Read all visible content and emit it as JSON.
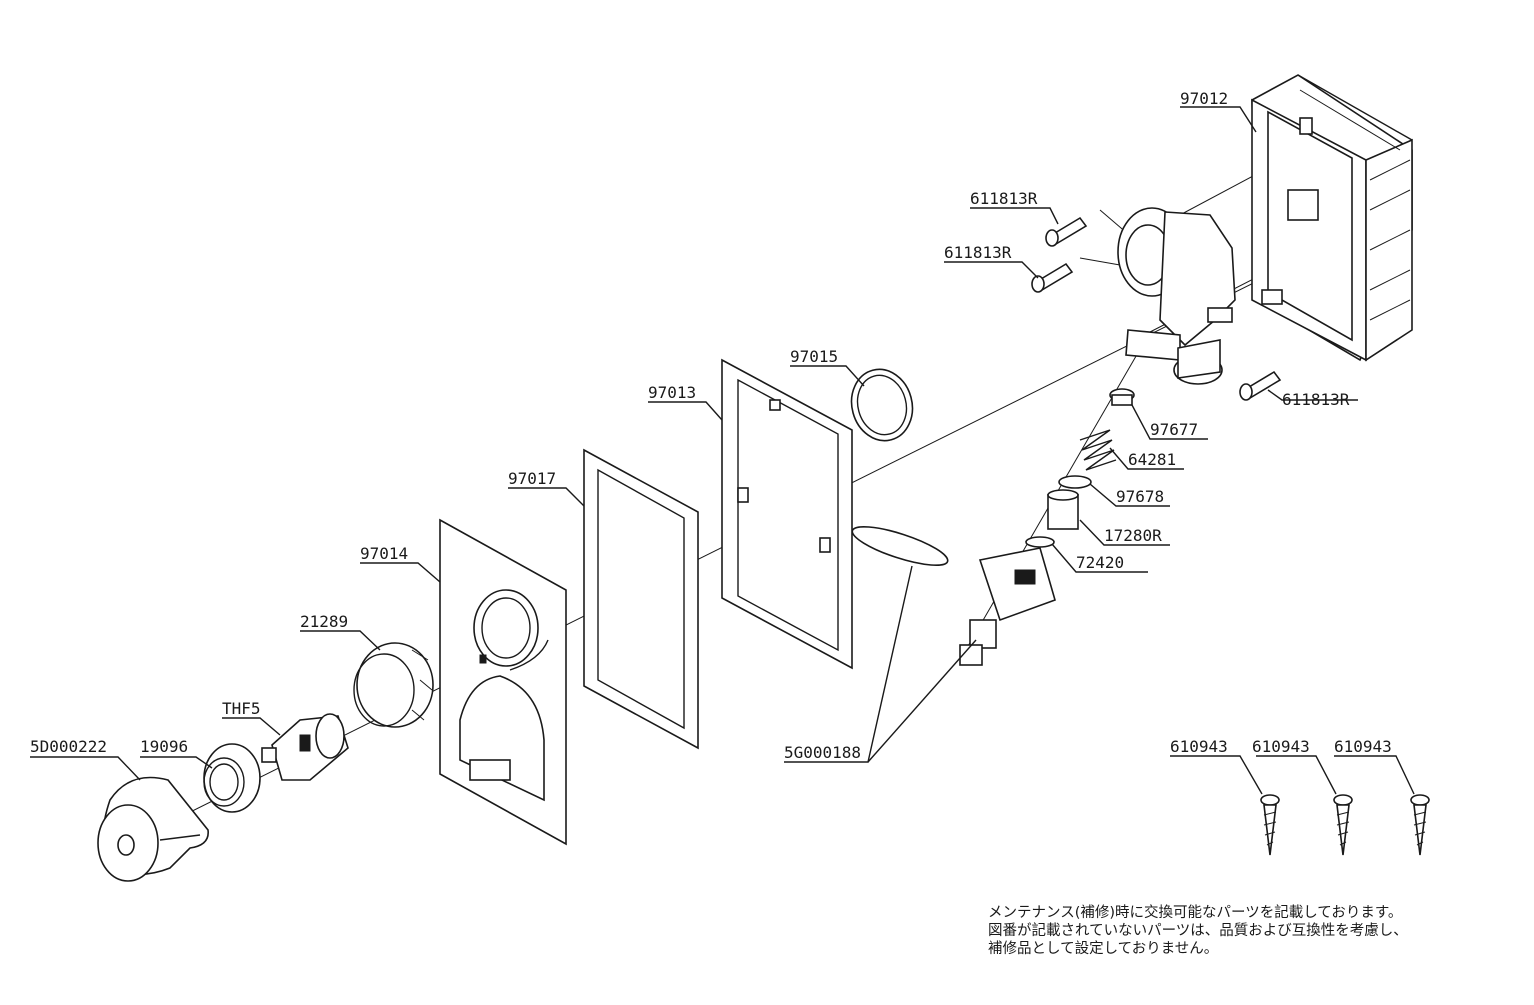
{
  "labels": {
    "p97012": "97012",
    "p611813R_a": "611813R",
    "p611813R_b": "611813R",
    "p611813R_c": "611813R",
    "p97015": "97015",
    "p97013": "97013",
    "p97017": "97017",
    "p97014": "97014",
    "p21289": "21289",
    "pTHF5": "THF5",
    "p5D000222": "5D000222",
    "p19096": "19096",
    "p97677": "97677",
    "p64281": "64281",
    "p97678": "97678",
    "p17280R": "17280R",
    "p72420": "72420",
    "p5G000188": "5G000188",
    "p610943_a": "610943",
    "p610943_b": "610943",
    "p610943_c": "610943"
  },
  "note": {
    "line1": "メンテナンス(補修)時に交換可能なパーツを記載しております。",
    "line2": "図番が記載されていないパーツは、品質および互換性を考慮し、",
    "line3": "補修品として設定しておりません。"
  }
}
